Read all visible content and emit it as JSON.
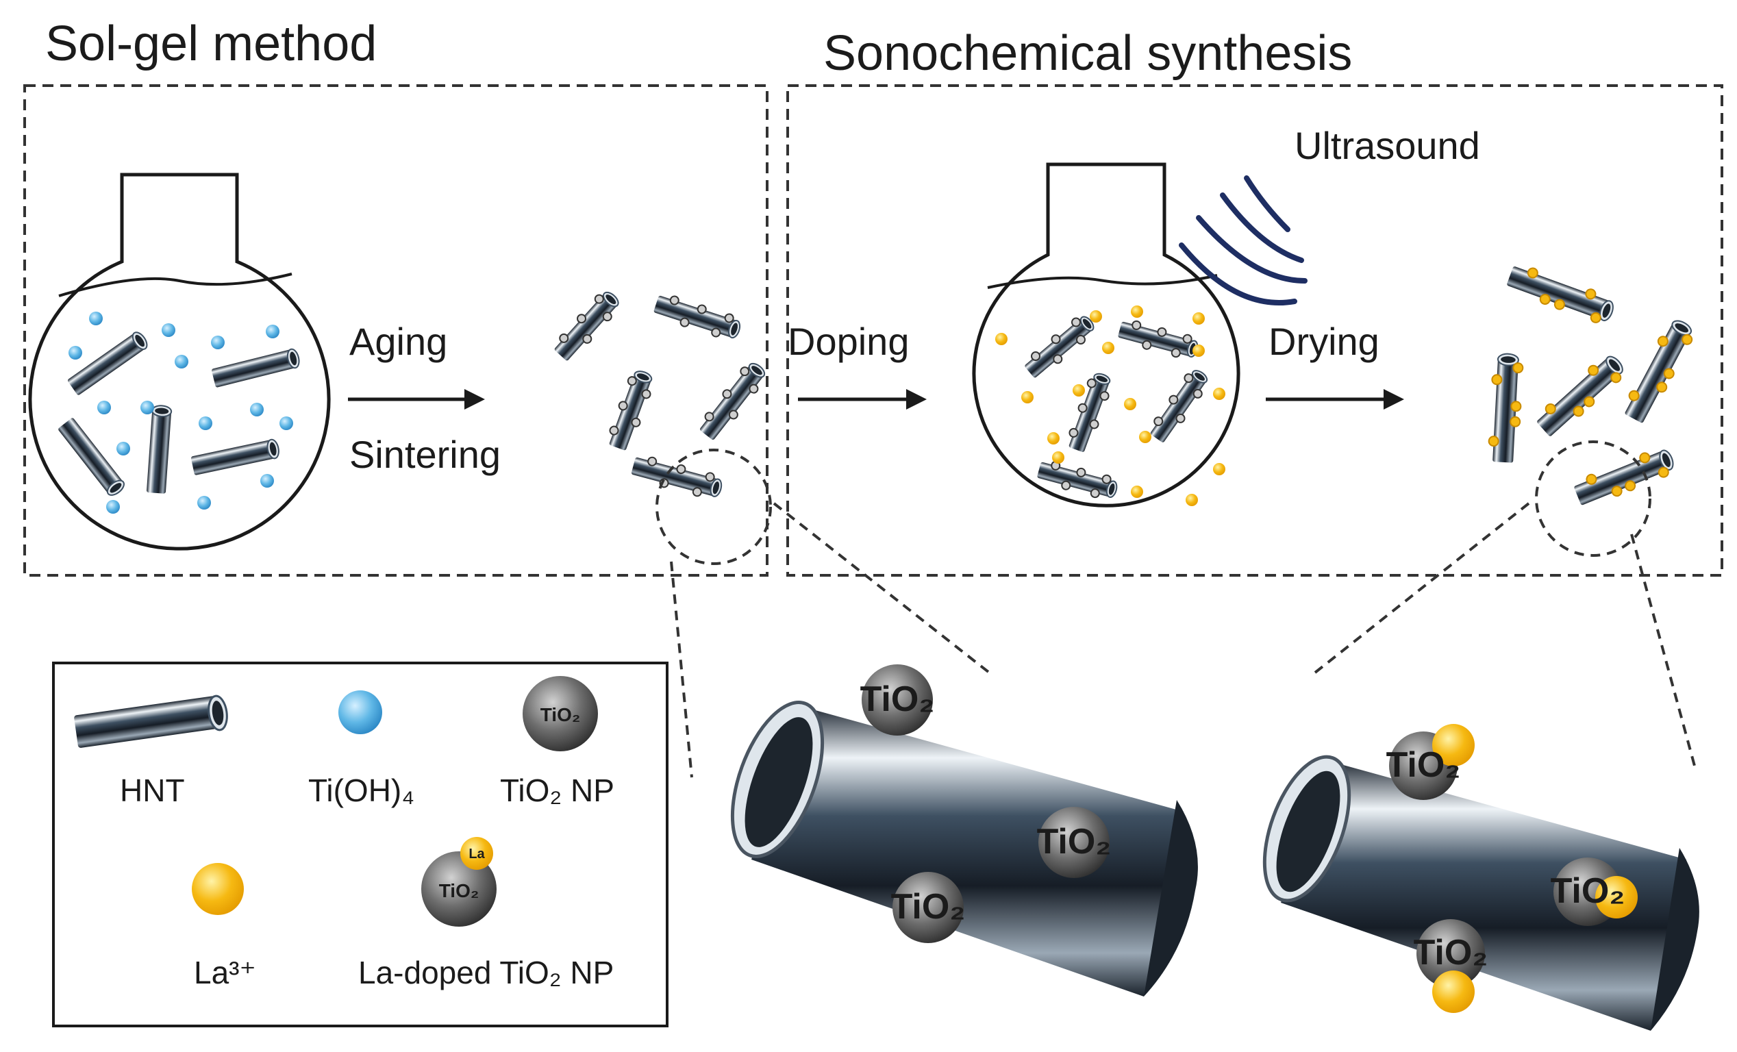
{
  "titles": {
    "sol_gel": "Sol-gel method",
    "sonochemical": "Sonochemical synthesis"
  },
  "steps": {
    "aging": "Aging",
    "sintering": "Sintering",
    "doping": "Doping",
    "drying": "Drying",
    "ultrasound": "Ultrasound"
  },
  "legend": {
    "hnt": "HNT",
    "tioh4": "Ti(OH)₄",
    "tio2_np": "TiO₂ NP",
    "la3": "La³⁺",
    "la_doped": "La-doped TiO₂ NP",
    "tio2_symbol": "TiO₂",
    "la_symbol": "La"
  },
  "particle_label": "TiO₂",
  "colors": {
    "tube_dark": "#1f2933",
    "tube_mid": "#3e5062",
    "tube_light": "#eef3f7",
    "tioh4_blue": "#5fb7e6",
    "la_yellow": "#f6b912",
    "np_gray": "#4a4a4a",
    "ultrasound_navy": "#1e2e63",
    "dashed_line": "#333333"
  }
}
